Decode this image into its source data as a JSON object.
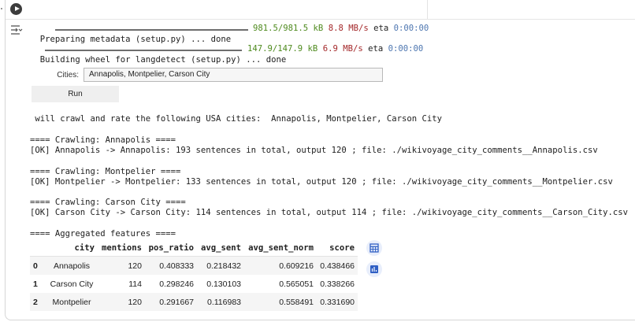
{
  "cell": {
    "run_button": "run-cell",
    "output_toggle": "output-options"
  },
  "output": {
    "progress": [
      {
        "amount": "981.5/981.5 kB",
        "speed": "8.8 MB/s",
        "eta_label": "eta",
        "eta": "0:00:00"
      },
      {
        "amount": "147.9/147.9 kB",
        "speed": "6.9 MB/s",
        "eta_label": "eta",
        "eta": "0:00:00"
      }
    ],
    "preparing_line": "  Preparing metadata (setup.py) ... done",
    "building_line": "  Building wheel for langdetect (setup.py) ... done",
    "widget": {
      "cities_label": "Cities:",
      "cities_value": "Annapolis, Montpelier, Carson City",
      "run_label": "Run"
    },
    "log": [
      " will crawl and rate the following USA cities:  Annapolis, Montpelier, Carson City",
      "==== Crawling: Annapolis ====",
      "[OK] Annapolis -> Annapolis: 193 sentences in total, output 120 ; file: ./wikivoyage_city_comments__Annapolis.csv",
      "==== Crawling: Montpelier ====",
      "[OK] Montpelier -> Montpelier: 133 sentences in total, output 120 ; file: ./wikivoyage_city_comments__Montpelier.csv",
      "==== Crawling: Carson City ====",
      "[OK] Carson City -> Carson City: 114 sentences in total, output 114 ; file: ./wikivoyage_city_comments__Carson_City.csv",
      "==== Aggregated features ===="
    ],
    "table": {
      "columns": [
        "",
        "city",
        "mentions",
        "pos_ratio",
        "avg_sent",
        "avg_sent_norm",
        "score"
      ],
      "rows": [
        {
          "index": "0",
          "city": "Annapolis",
          "mentions": "120",
          "pos_ratio": "0.408333",
          "avg_sent": "0.218432",
          "avg_sent_norm": "0.609216",
          "score": "0.438466"
        },
        {
          "index": "1",
          "city": "Carson City",
          "mentions": "114",
          "pos_ratio": "0.298246",
          "avg_sent": "0.130103",
          "avg_sent_norm": "0.565051",
          "score": "0.338266"
        },
        {
          "index": "2",
          "city": "Montpelier",
          "mentions": "120",
          "pos_ratio": "0.291667",
          "avg_sent": "0.116983",
          "avg_sent_norm": "0.558491",
          "score": "0.331690"
        }
      ],
      "actions": [
        "convert-to-interactive-table",
        "suggest-charts"
      ]
    }
  },
  "colors": {
    "green": "#4e8a1e",
    "red": "#a4282a",
    "blue": "#4d76b0",
    "icon_bg": "#e8eefb",
    "icon_fg": "#2f5fc4"
  }
}
